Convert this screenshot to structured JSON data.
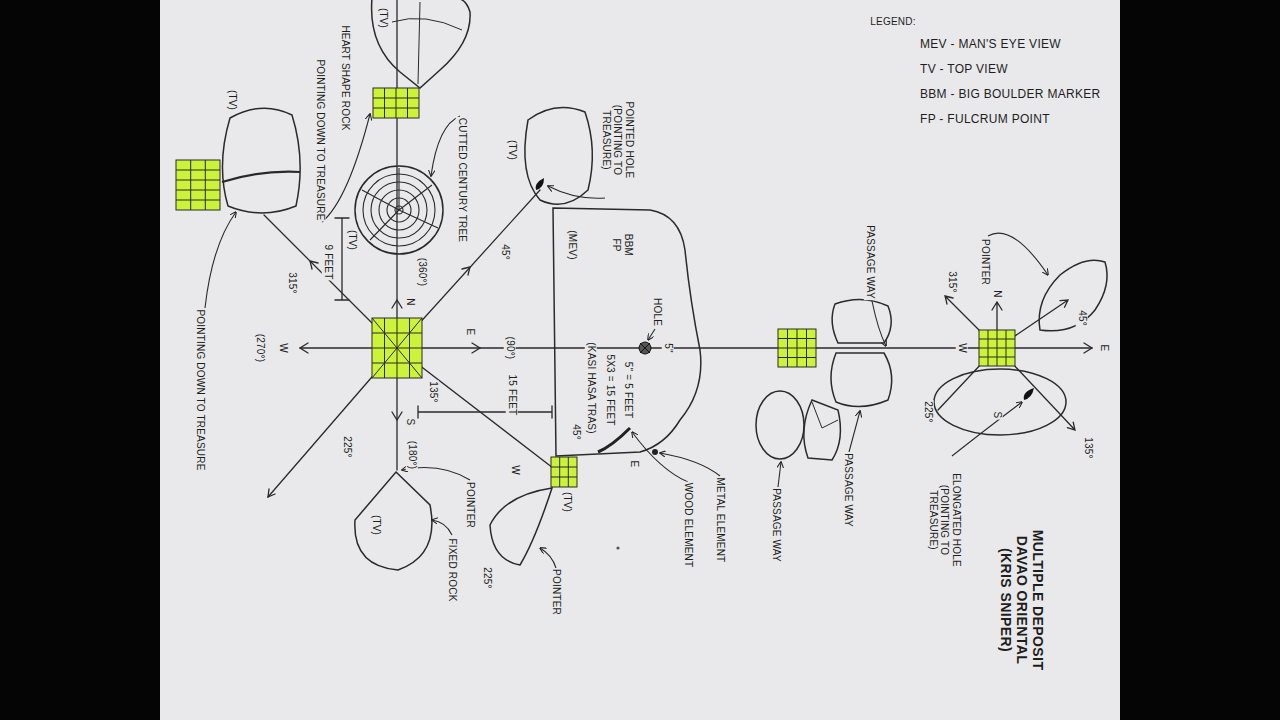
{
  "diagram": {
    "title": "MULTIPLE DEPOSIT DAVAO ORIENTAL (KRIS SNIPER)",
    "nodes": [
      {
        "text": [
          "(MEV)",
          "BBM FP",
          "HOLE",
          "5\"",
          "5\" = 5 FEET",
          "5X3 = 15 FEET",
          "(KASI HASA TRAS)"
        ]
      }
    ],
    "labels": [
      "LEGEND:",
      "(TV)",
      "HEART SHAPE ROCK",
      "POINTING DOWN TO TREASURE",
      "(TV)",
      "POINTED HOLE (POINTING TO TREASURE)",
      "(TV)",
      "CUTTED CENTURY TREE",
      "(TV)",
      "45°",
      "9 FEET",
      "(360°)",
      "N",
      "315°",
      "W",
      "(270°)",
      "E",
      "(90°)",
      "135°",
      "15 FEET",
      "S",
      "(180°)",
      "225°",
      "POINTING DOWN TO TREASURE",
      "(TV)",
      "POINTER",
      "FIXED ROCK",
      "W",
      "45°",
      "E",
      "(TV)",
      "225°",
      "POINTER",
      "WOOD ELEMENT",
      "METAL ELEMENT",
      "PASSAGE WAY",
      "PASSAGE WAY",
      "PASSAGE WAY",
      "POINTER",
      "315°",
      "N",
      "45°",
      "W",
      "E",
      "S",
      "225°",
      "135°",
      "ELONGATED HOLE (POINTING TO TREASURE)"
    ],
    "legend": [
      {
        "text": "MEV - MAN'S EYE VIEW"
      },
      {
        "text": "TV - TOP VIEW"
      },
      {
        "text": "BBM - BIG BOULDER MARKER"
      },
      {
        "text": "FP - FULCRUM POINT"
      }
    ]
  }
}
